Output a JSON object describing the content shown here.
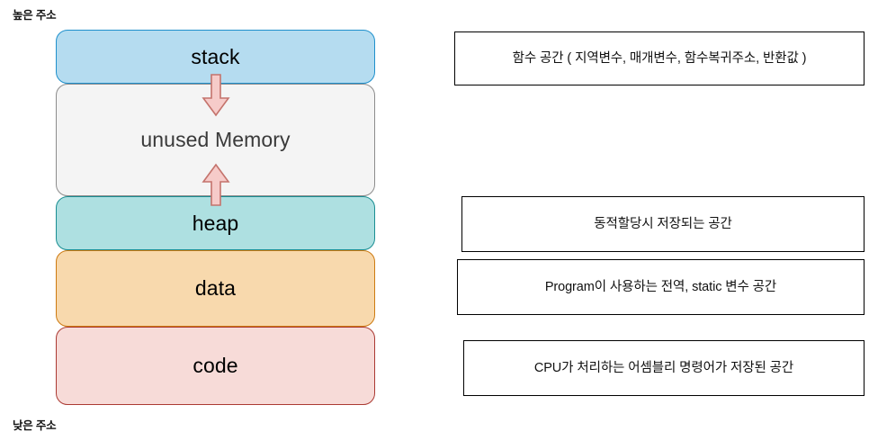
{
  "labels": {
    "high_address": "높은 주소",
    "low_address": "낮은 주소"
  },
  "memory_blocks": [
    {
      "id": "stack",
      "label": "stack",
      "fill": "#b5dcf0",
      "stroke": "#1f90cc"
    },
    {
      "id": "unused",
      "label": "unused Memory",
      "fill": "#f4f4f4",
      "stroke": "#8c8c8c"
    },
    {
      "id": "heap",
      "label": "heap",
      "fill": "#aee0e1",
      "stroke": "#1a8e92"
    },
    {
      "id": "data",
      "label": "data",
      "fill": "#f8d9ad",
      "stroke": "#cd7a11"
    },
    {
      "id": "code",
      "label": "code",
      "fill": "#f7dbd8",
      "stroke": "#ab3a33"
    }
  ],
  "arrows": [
    {
      "id": "stack-grows-down",
      "direction": "down",
      "fill": "#f6cbc9",
      "stroke": "#c4736c"
    },
    {
      "id": "heap-grows-up",
      "direction": "up",
      "fill": "#f6cbc9",
      "stroke": "#c4736c"
    }
  ],
  "notes": [
    {
      "id": "stack",
      "text": "함수 공간 ( 지역변수, 매개변수, 함수복귀주소, 반환값 )"
    },
    {
      "id": "heap",
      "text": "동적할당시 저장되는 공간"
    },
    {
      "id": "data",
      "text": "Program이 사용하는 전역, static 변수 공간"
    },
    {
      "id": "code",
      "text": "CPU가 처리하는 어셈블리 명령어가 저장된 공간"
    }
  ]
}
